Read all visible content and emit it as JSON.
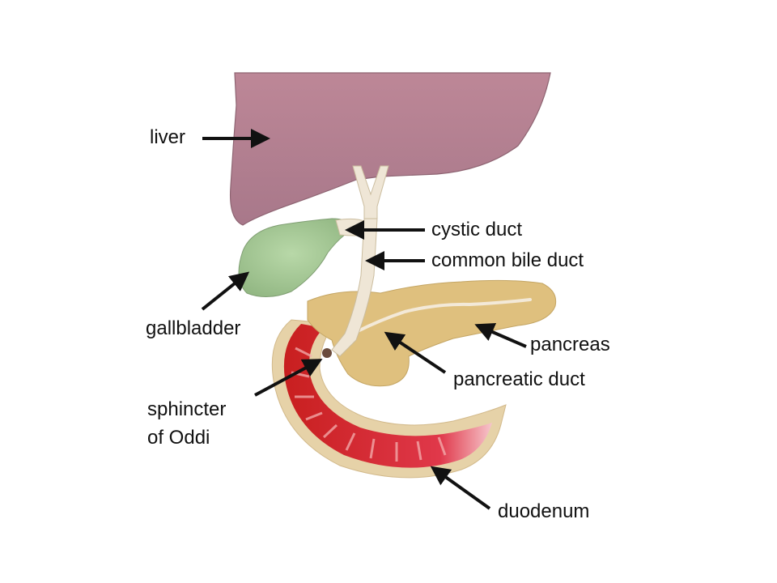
{
  "labels": {
    "liver": "liver",
    "cystic_duct": "cystic duct",
    "common_bile_duct": "common bile duct",
    "gallbladder": "gallbladder",
    "pancreas": "pancreas",
    "pancreatic_duct": "pancreatic duct",
    "sphincter_line1": "sphincter",
    "sphincter_line2": "of Oddi",
    "duodenum": "duodenum"
  },
  "colors": {
    "liver": "#b5808f",
    "gallbladder": "#a9c99a",
    "pancreas": "#dfc07e",
    "bile_duct": "#efe6d6",
    "duodenum": "#d02a2a",
    "arrow": "#111111"
  }
}
